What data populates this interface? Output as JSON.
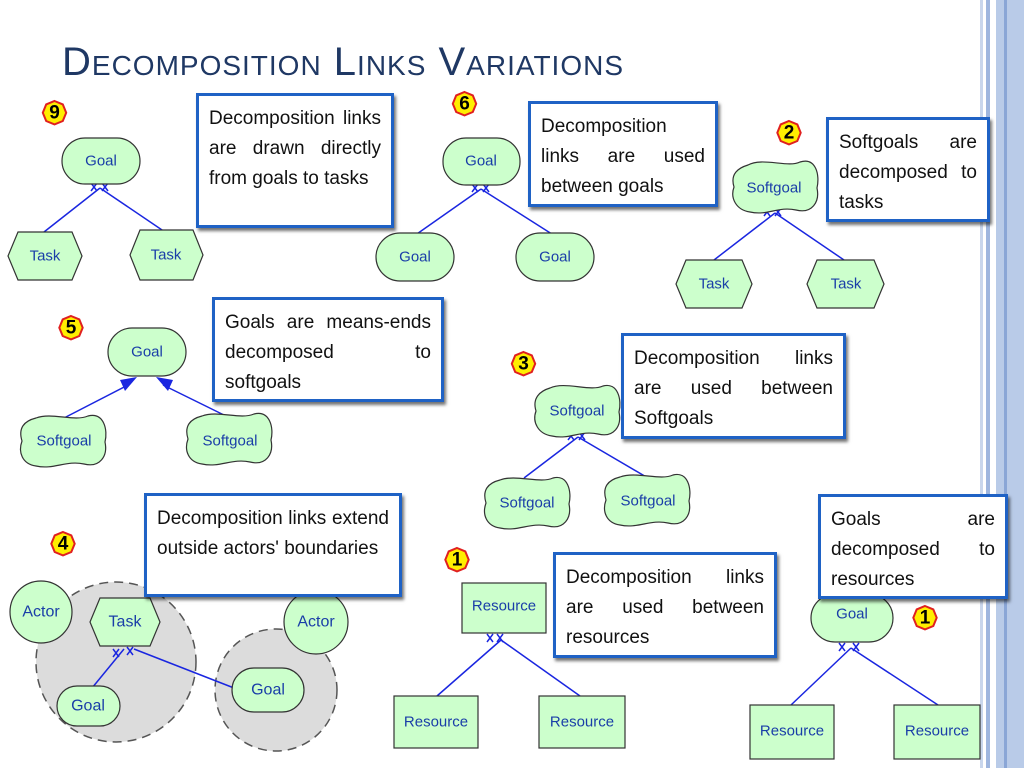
{
  "title": "Decomposition Links Variations",
  "colors": {
    "title": "#1f3864",
    "note_border": "#1f62c5",
    "node_fill": "#ccffcc",
    "link": "#1a26e0",
    "badge_fill": "#ffee00",
    "badge_border": "#e02020",
    "actor_boundary_fill": "#dcdcdc"
  },
  "nodes": {
    "goal": "Goal",
    "task": "Task",
    "softgoal": "Softgoal",
    "resource": "Resource",
    "actor": "Actor"
  },
  "badges": {
    "b9": "9",
    "b6": "6",
    "b2": "2",
    "b5": "5",
    "b3": "3",
    "b4": "4",
    "b1a": "1",
    "b1b": "1"
  },
  "notes": {
    "goals_to_tasks": "Decomposition links are drawn directly from goals to tasks",
    "between_goals": "Decomposition links are used between goals",
    "softgoals_to_tasks": "Softgoals are decomposed to tasks",
    "means_ends": "Goals are means-ends decomposed to softgoals",
    "between_softgoals": "Decomposition links are used between Softgoals",
    "outside_actors": "Decomposition links extend outside actors' boundaries",
    "between_resources": "Decomposition links are used between resources",
    "goals_to_resources": "Goals are decomposed to resources"
  }
}
